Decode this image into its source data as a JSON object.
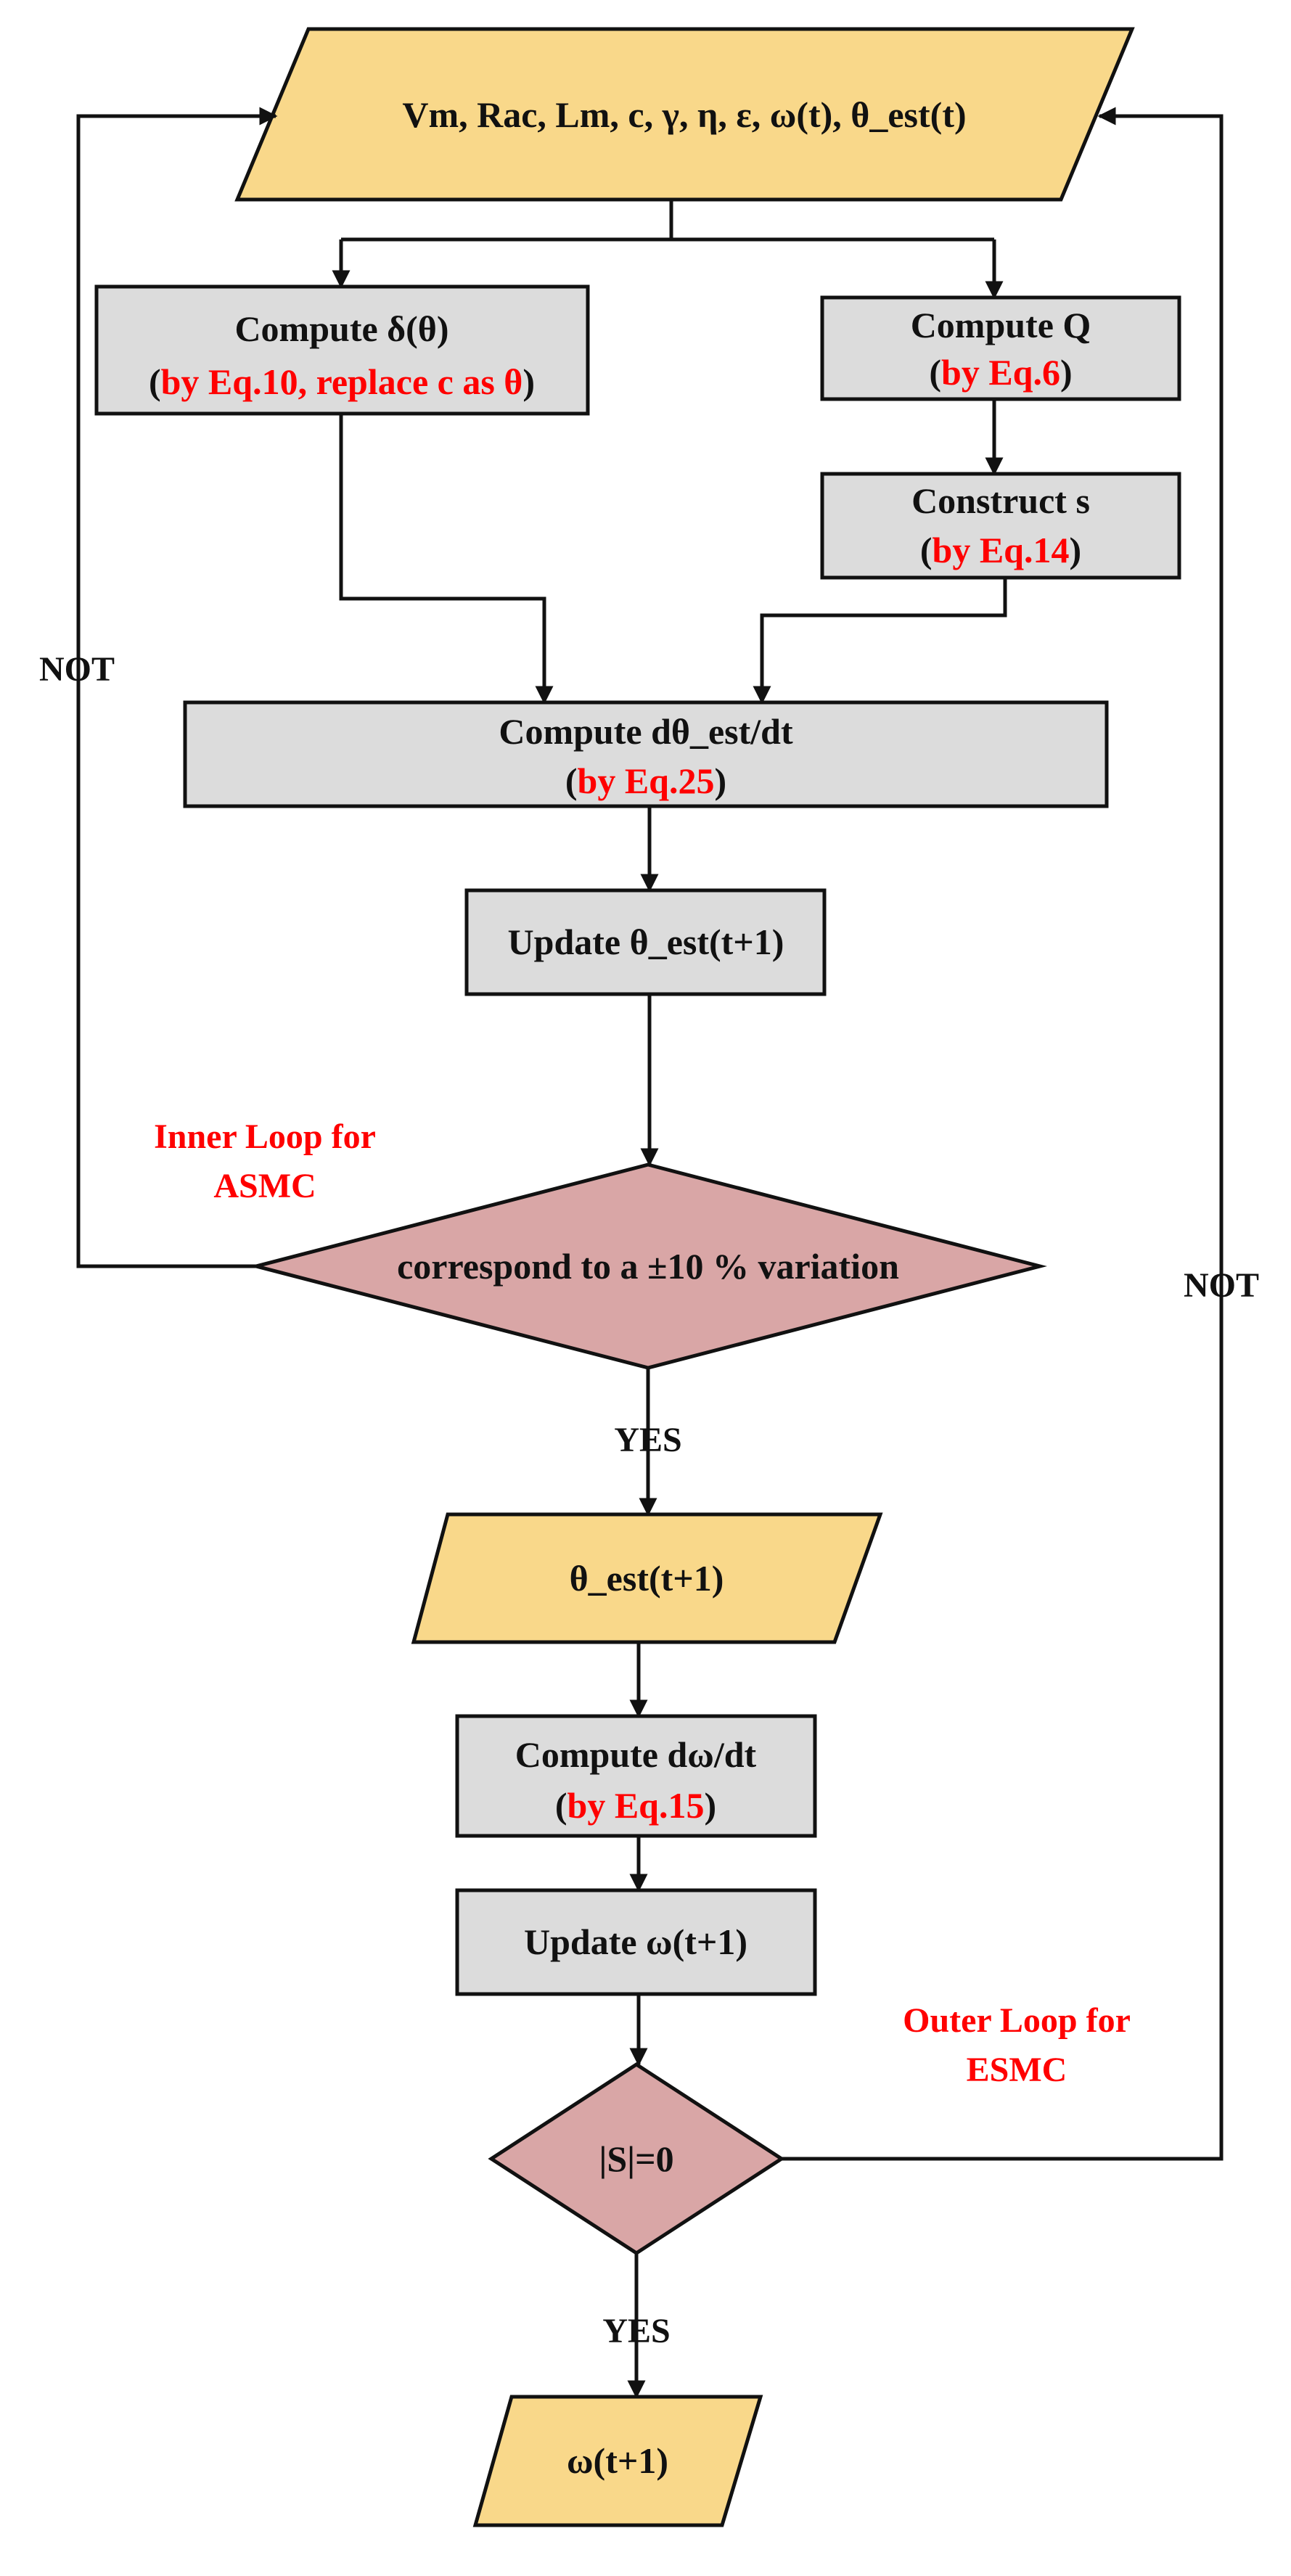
{
  "colors": {
    "io_fill": "#f9d88a",
    "process_fill": "#dcdcdc",
    "decision_fill": "#d9a6a6",
    "text": "#111111",
    "highlight": "#ff0000"
  },
  "nodes": {
    "inputs": {
      "text": "Vm, Rac, Lm, c, γ, η, ε,  ω(t), θ_est(t)"
    },
    "compute_delta": {
      "line1": "Compute δ(θ)",
      "line2_open": "(",
      "line2_red": "by Eq.10, replace c as θ",
      "line2_close": ")"
    },
    "compute_q": {
      "line1": "Compute Q",
      "line2_open": "(",
      "line2_red": "by Eq.6",
      "line2_close": ")"
    },
    "construct_s": {
      "line1": "Construct s",
      "line2_open": "(",
      "line2_red": "by Eq.14",
      "line2_close": ")"
    },
    "compute_dtheta": {
      "line1": "Compute dθ_est/dt",
      "line2_open": "(",
      "line2_red": "by Eq.25",
      "line2_close": ")"
    },
    "update_theta": {
      "text": "Update θ_est(t+1)"
    },
    "check_variation": {
      "text": "correspond to a ±10 % variation"
    },
    "theta_output": {
      "text": "θ_est(t+1)"
    },
    "compute_domega": {
      "line1": "Compute dω/dt",
      "line2_open": "(",
      "line2_red": "by Eq.15",
      "line2_close": ")"
    },
    "update_omega": {
      "text": "Update ω(t+1)"
    },
    "check_s": {
      "text": "|S|=0"
    },
    "omega_output": {
      "text": "ω(t+1)"
    }
  },
  "edge_labels": {
    "inner_not": "NOT",
    "outer_not": "NOT",
    "yes_variation": "YES",
    "yes_s": "YES"
  },
  "loop_labels": {
    "inner_line1": "Inner Loop for",
    "inner_line2": "ASMC",
    "outer_line1": "Outer Loop for",
    "outer_line2": "ESMC"
  }
}
